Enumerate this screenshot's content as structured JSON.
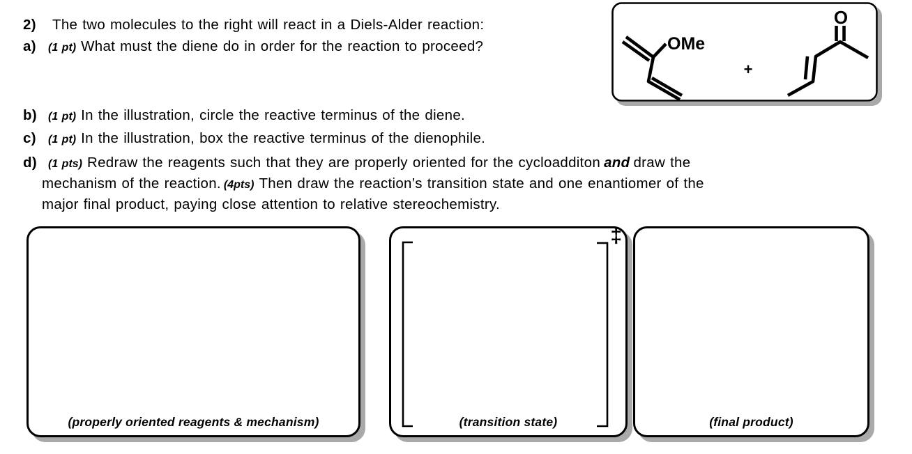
{
  "page": {
    "background": "#ffffff",
    "ink": "#000000",
    "shadow_color": "#a9a9a9"
  },
  "question": {
    "number_marker": "2)",
    "intro_text": "The two molecules to the right will react in a Diels-Alder reaction:",
    "part_a": {
      "marker": "a)",
      "points": "(1 pt)",
      "text": "What must the diene do in order for the reaction to proceed?"
    },
    "part_b": {
      "marker": "b)",
      "points": "(1 pt)",
      "text": "In the illustration, circle the reactive terminus of the diene."
    },
    "part_c": {
      "marker": "c)",
      "points": "(1 pt)",
      "text": "In the illustration, box the reactive terminus of the dienophile."
    },
    "part_d": {
      "marker": "d)",
      "points": "(1 pts)",
      "line1_seg1": "Redraw the reagents such that they are properly oriented for the cycloadditon",
      "line1_bold_word": "and",
      "line1_seg2": "draw the",
      "line2_seg1": "mechanism of the reaction.",
      "line2_points": "(4pts)",
      "line2_seg2": "Then draw the reaction’s transition state and one enantiomer of the",
      "line3": "major final product, paying close attention to relative stereochemistry."
    }
  },
  "reagent_panel": {
    "methoxy_label": "OMe",
    "plus_sign": "+",
    "oxygen_label": "O"
  },
  "answer_boxes": {
    "mechanism": {
      "label": "(properly oriented reagents & mechanism)"
    },
    "transition_state": {
      "label": "(transition state)",
      "double_dagger": "‡"
    },
    "final_product": {
      "label": "(final product)"
    }
  }
}
